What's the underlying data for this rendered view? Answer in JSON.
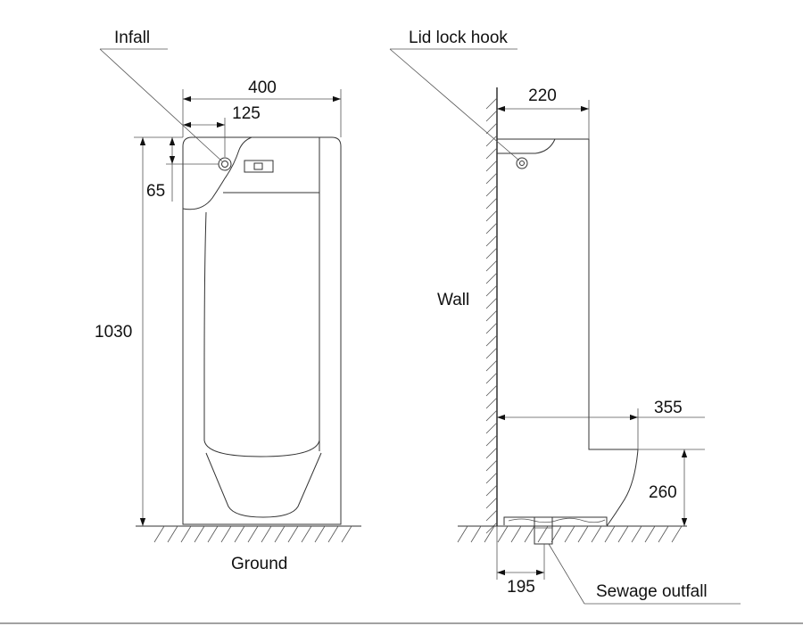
{
  "labels": {
    "infall": "Infall",
    "lid_lock_hook": "Lid lock hook",
    "wall": "Wall",
    "ground": "Ground",
    "sewage_outfall": "Sewage outfall"
  },
  "dimensions": {
    "width_400": "400",
    "offset_125": "125",
    "depth_65": "65",
    "height_1030": "1030",
    "depth_220": "220",
    "depth_355": "355",
    "height_260": "260",
    "offset_195": "195"
  },
  "colors": {
    "line": "#333333",
    "text": "#111111",
    "background": "#ffffff"
  }
}
